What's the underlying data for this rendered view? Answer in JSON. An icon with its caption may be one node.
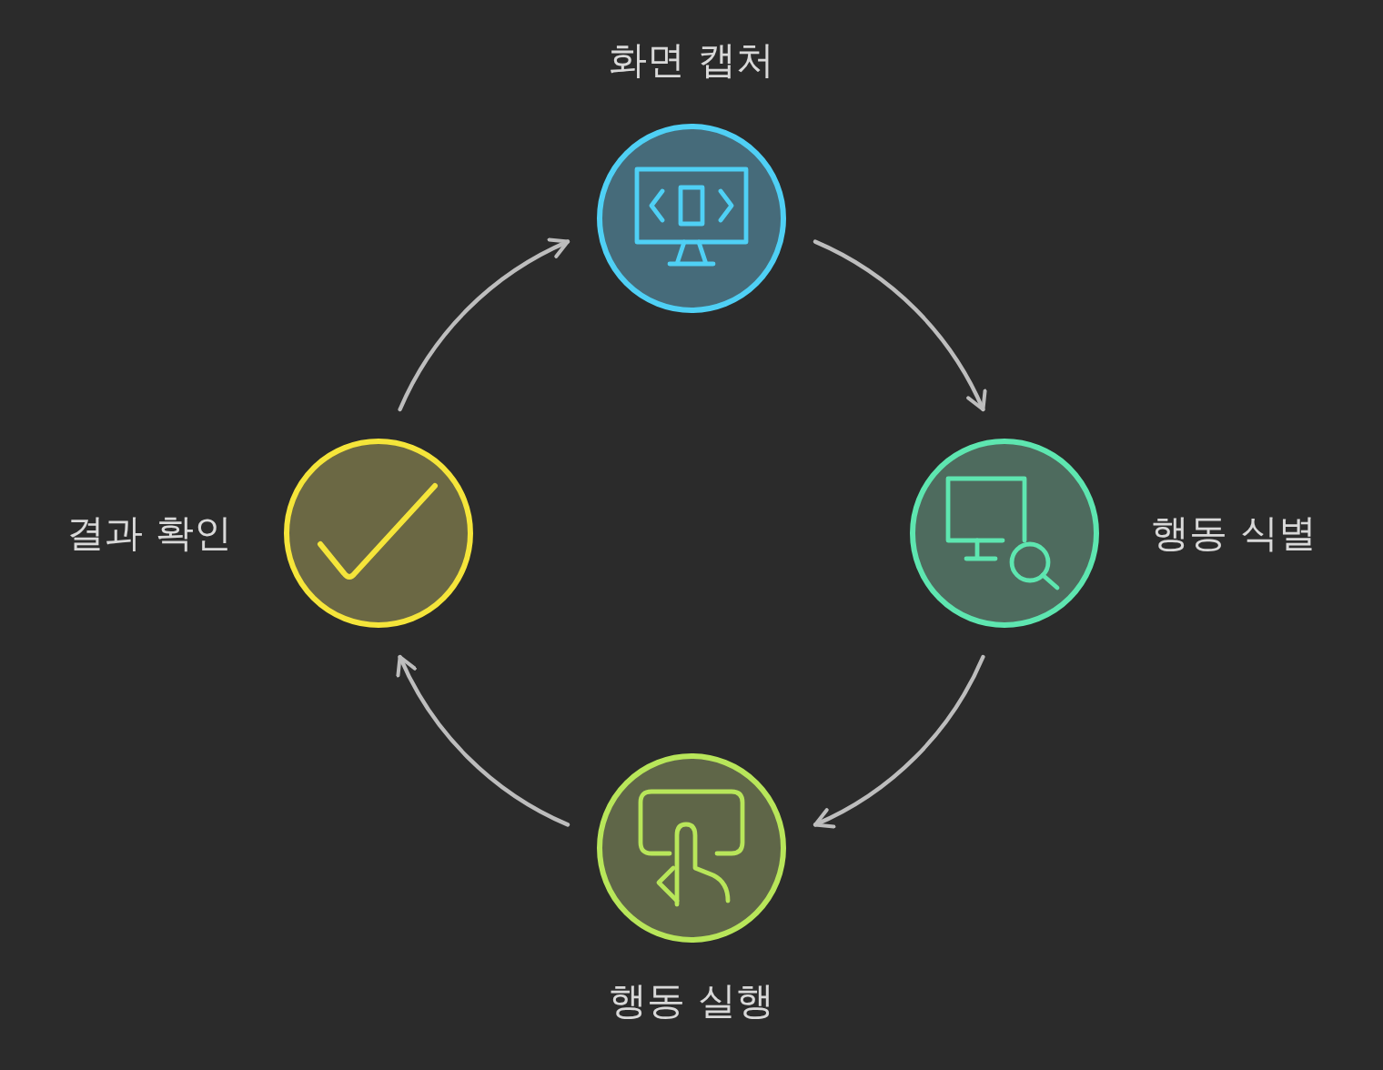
{
  "diagram": {
    "nodes": [
      {
        "text": [
          "화면 캡처"
        ]
      },
      {
        "text": [
          "행동 식별"
        ]
      },
      {
        "text": [
          "행동 실행"
        ]
      },
      {
        "text": [
          "결과 확인"
        ]
      }
    ],
    "edges": [
      {
        "from": 0,
        "to": 1,
        "arrow": "to"
      },
      {
        "from": 1,
        "to": 2,
        "arrow": "to"
      },
      {
        "from": 2,
        "to": 3,
        "arrow": "to"
      },
      {
        "from": 3,
        "to": 0,
        "arrow": "to"
      }
    ]
  }
}
